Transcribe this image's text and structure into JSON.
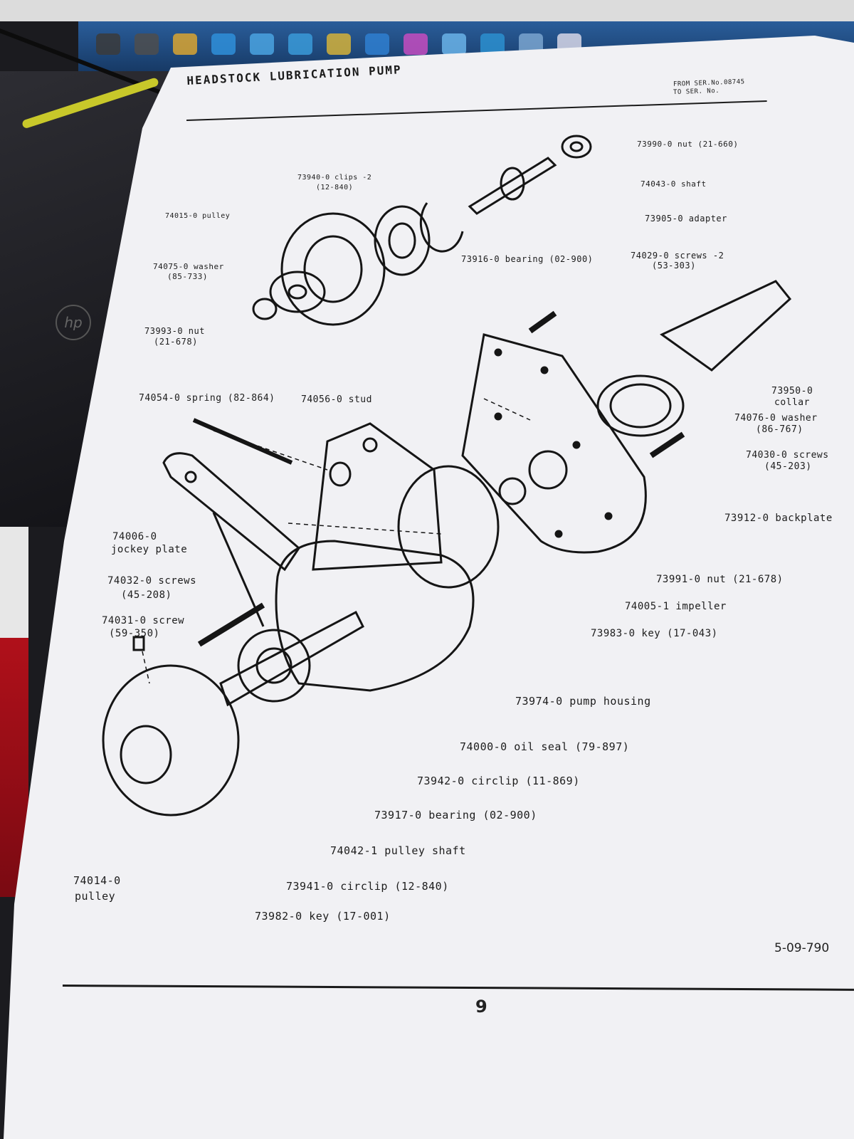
{
  "header": {
    "title": "HEADSTOCK LUBRICATION PUMP",
    "serial_from": "FROM SER.No.08745",
    "serial_to": "TO SER. No."
  },
  "parts": {
    "p1": "73990-0 nut (21-660)",
    "p2": "73940-0 clips -2",
    "p2b": "(12-840)",
    "p3": "74043-0 shaft",
    "p4": "74015-0 pulley",
    "p5": "73905-0 adapter",
    "p6": "74075-0 washer",
    "p6b": "(85-733)",
    "p7": "73916-0 bearing (02-900)",
    "p8": "74029-0 screws -2",
    "p8b": "(53-303)",
    "p9": "73993-0 nut",
    "p9b": "(21-678)",
    "p10": "73950-0",
    "p10b": "collar",
    "p11": "74054-0 spring (82-864)",
    "p12": "74056-0 stud",
    "p13": "74076-0 washer",
    "p13b": "(86-767)",
    "p14": "74030-0 screws",
    "p14b": "(45-203)",
    "p15": "73912-0 backplate",
    "p16": "74006-0",
    "p16b": "jockey plate",
    "p17": "74032-0 screws",
    "p17b": "(45-208)",
    "p18": "73991-0 nut (21-678)",
    "p19": "74005-1 impeller",
    "p20": "74031-0 screw",
    "p20b": "(59-350)",
    "p21": "73983-0 key (17-043)",
    "p22": "73974-0 pump housing",
    "p23": "74000-0 oil seal (79-897)",
    "p24": "73942-0 circlip (11-869)",
    "p25": "73917-0 bearing (02-900)",
    "p26": "74042-1 pulley shaft",
    "p27": "74014-0",
    "p27b": "pulley",
    "p28": "73941-0 circlip (12-840)",
    "p29": "73982-0 key (17-001)"
  },
  "footer": {
    "page_code": "5-09-790",
    "page_number": "9"
  },
  "background": {
    "laptop_logo": "hp"
  }
}
